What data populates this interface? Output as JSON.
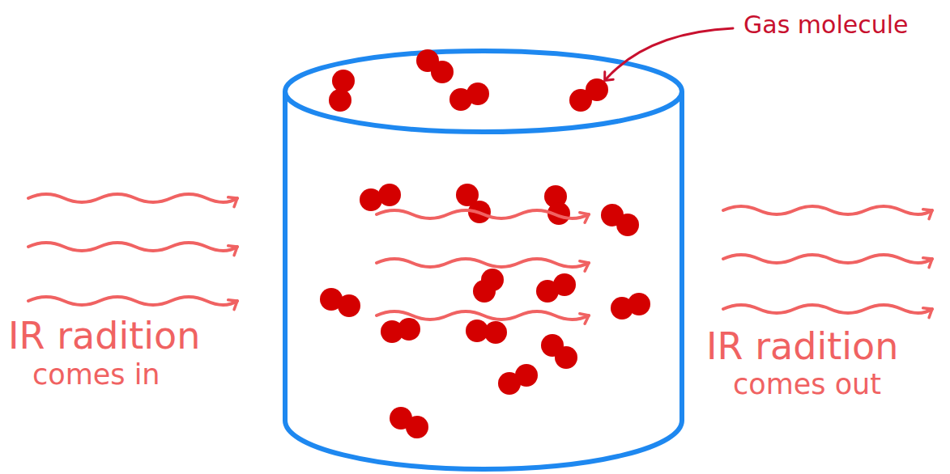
{
  "diagram": {
    "labels": [
      "Gas molecule",
      "IR radition",
      "comes in",
      "IR radition",
      "comes out"
    ]
  }
}
